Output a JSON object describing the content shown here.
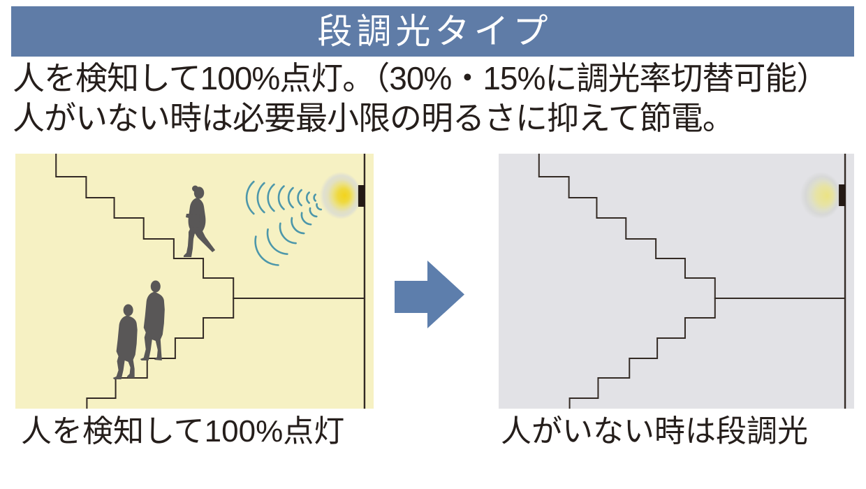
{
  "header": {
    "title": "段調光タイプ"
  },
  "intro": {
    "line1": "人を検知して100%点灯。（30%・15%に調光率切替可能）",
    "line2": "人がいない時は必要最小限の明るさに抑えて節電。"
  },
  "panels": {
    "left": {
      "caption": "人を検知して100%点灯",
      "scene": "staircase with three walking people, sensor light at 100% with detection waves",
      "people_count": 3,
      "icons": [
        "stairs-outline",
        "person-silhouette-icon",
        "sensor-light-bright-icon",
        "detection-waves-icon",
        "wall-line",
        "landing-line"
      ],
      "bg_color": "#f6f1c3",
      "light_state": "on-100%"
    },
    "right": {
      "caption": "人がいない時は段調光",
      "scene": "empty staircase, sensor light dimmed",
      "people_count": 0,
      "icons": [
        "stairs-outline",
        "sensor-light-dim-icon",
        "wall-line",
        "landing-line"
      ],
      "bg_color": "#e2e2e6",
      "light_state": "dimmed"
    }
  },
  "arrow": {
    "direction": "right",
    "color": "#5d7eac"
  },
  "colors": {
    "header_bg": "#5f7ca7",
    "header_text": "#ffffff",
    "body_text": "#251e1b",
    "stair_line": "#332a24",
    "silhouette": "#595757",
    "wave": "#4d97aa",
    "light_on_core": "#f0d327",
    "light_dim_core": "#eae394",
    "light_mount": "#241a15"
  }
}
